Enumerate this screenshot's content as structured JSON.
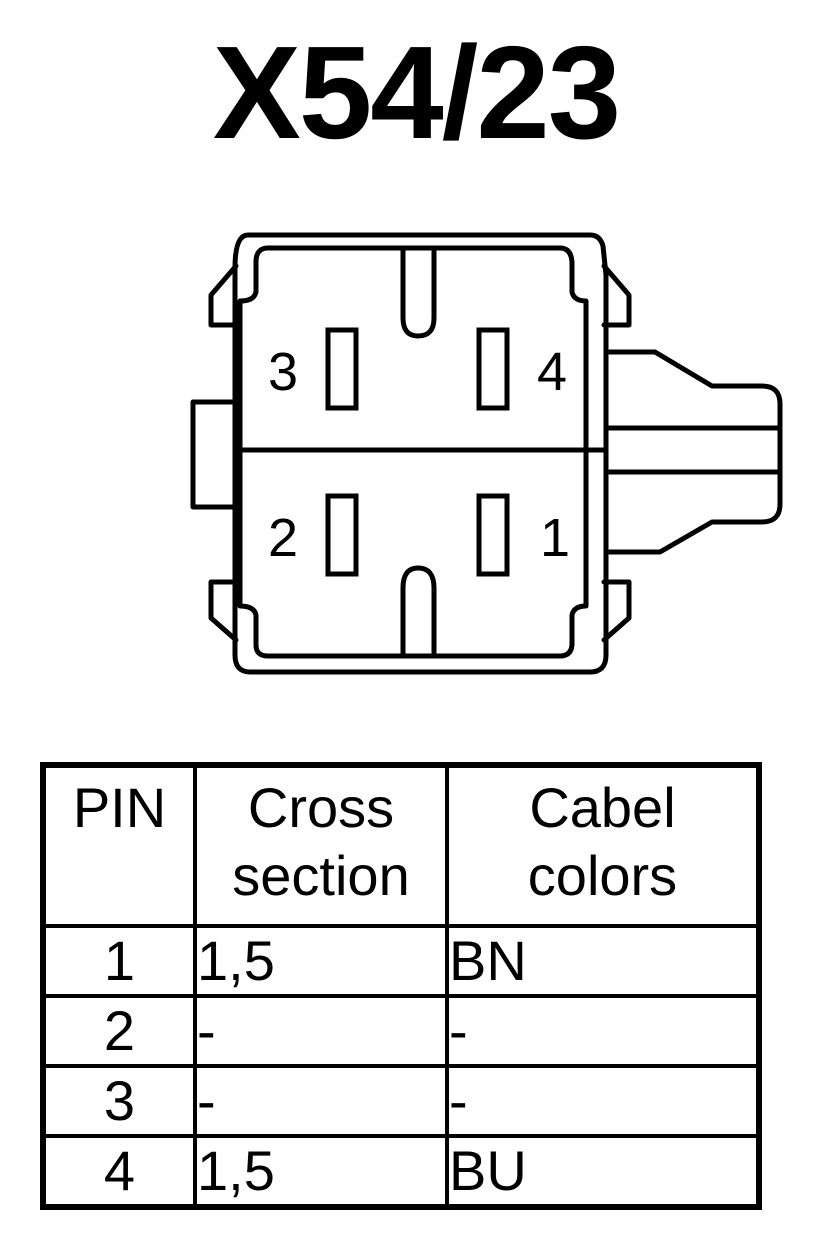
{
  "title": "X54/23",
  "connector": {
    "pins": [
      {
        "number": "3"
      },
      {
        "number": "4"
      },
      {
        "number": "2"
      },
      {
        "number": "1"
      }
    ]
  },
  "table": {
    "headers": {
      "pin": "PIN",
      "cross_line1": "Cross",
      "cross_line2": "section",
      "colors_line1": "Cabel",
      "colors_line2": "colors"
    },
    "rows": [
      {
        "pin": "1",
        "cross": "1,5",
        "color": "BN"
      },
      {
        "pin": "2",
        "cross": "-",
        "color": "-"
      },
      {
        "pin": "3",
        "cross": "-",
        "color": "-"
      },
      {
        "pin": "4",
        "cross": "1,5",
        "color": "BU"
      }
    ]
  }
}
